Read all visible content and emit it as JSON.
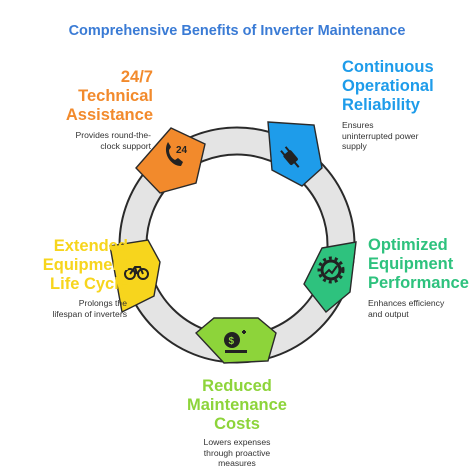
{
  "title": "Comprehensive Benefits of Inverter Maintenance",
  "colors": {
    "title": "#3a7bd5",
    "ring": "#e4e4e4",
    "ring_stroke": "#2a2a2a",
    "orange": "#f28a2c",
    "blue": "#1e9cea",
    "green": "#2ec27e",
    "lime": "#8dd43a",
    "yellow": "#f7d51d"
  },
  "segments": [
    {
      "id": "technical-assistance",
      "heading_lines": [
        "24/7",
        "Technical",
        "Assistance"
      ],
      "description_lines": [
        "Provides round-the-",
        "clock support"
      ],
      "color": "#f28a2c",
      "icon": "phone-24-icon"
    },
    {
      "id": "operational-reliability",
      "heading_lines": [
        "Continuous",
        "Operational",
        "Reliability"
      ],
      "description_lines": [
        "Ensures",
        "uninterrupted power",
        "supply"
      ],
      "color": "#1e9cea",
      "icon": "plug-icon"
    },
    {
      "id": "equipment-performance",
      "heading_lines": [
        "Optimized",
        "Equipment",
        "Performance"
      ],
      "description_lines": [
        "Enhances efficiency",
        "and output"
      ],
      "color": "#2ec27e",
      "icon": "gear-chart-icon"
    },
    {
      "id": "maintenance-costs",
      "heading_lines": [
        "Reduced",
        "Maintenance",
        "Costs"
      ],
      "description_lines": [
        "Lowers expenses",
        "through proactive",
        "measures"
      ],
      "color": "#8dd43a",
      "icon": "money-scale-icon"
    },
    {
      "id": "equipment-life-cycle",
      "heading_lines": [
        "Extended",
        "Equipment",
        "Life Cycle"
      ],
      "description_lines": [
        "Prolongs the",
        "lifespan of inverters"
      ],
      "color": "#f7d51d",
      "icon": "bicycle-icon"
    }
  ]
}
